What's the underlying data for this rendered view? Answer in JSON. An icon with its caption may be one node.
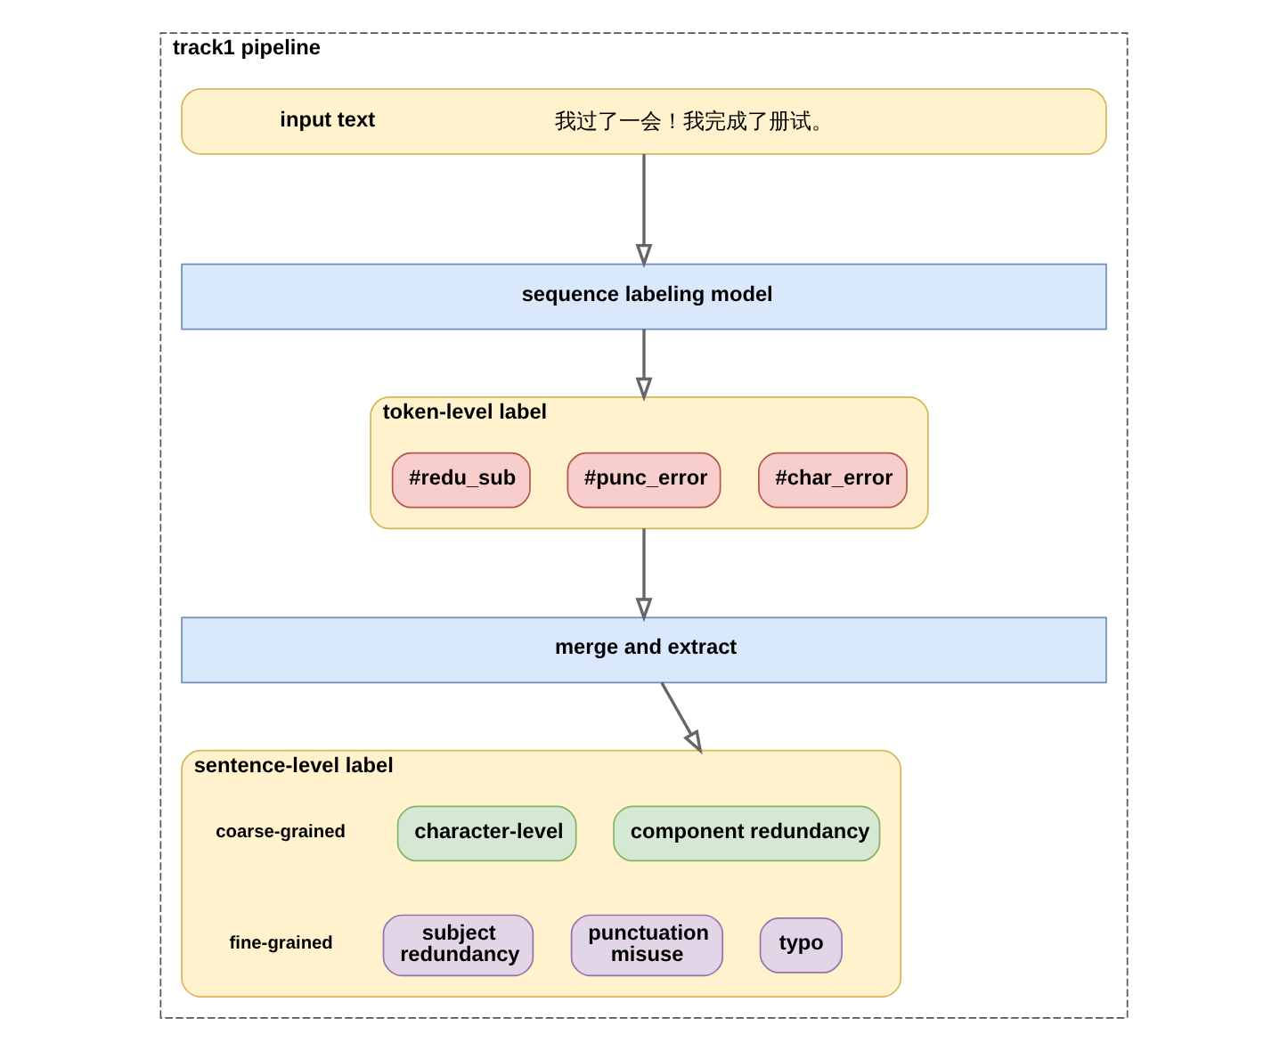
{
  "diagram": {
    "nodes": [
      {
        "text": [
          "track1 pipeline"
        ]
      },
      {
        "text": [
          "input text",
          "我过了一会！我完成了册试。"
        ],
        "in": 0
      },
      {
        "text": [
          "sequence labeling model"
        ],
        "in": 0
      },
      {
        "text": [
          "token-level label"
        ],
        "in": 0
      },
      {
        "text": [
          "#redu_sub"
        ],
        "in": 3
      },
      {
        "text": [
          "#punc_error"
        ],
        "in": 3
      },
      {
        "text": [
          "#char_error"
        ],
        "in": 3
      },
      {
        "text": [
          "merge and extract"
        ],
        "in": 0
      },
      {
        "text": [
          "sentence-level label"
        ],
        "in": 0
      },
      {
        "text": [
          "character-level"
        ],
        "in": 8
      },
      {
        "text": [
          "component redundancy"
        ],
        "in": 8
      },
      {
        "text": [
          "subject redundancy"
        ],
        "in": 8
      },
      {
        "text": [
          "punctuation misuse"
        ],
        "in": 8
      },
      {
        "text": [
          "typo"
        ],
        "in": 8
      }
    ],
    "edges": [
      {
        "from": 1,
        "to": 2,
        "arrow": "to"
      },
      {
        "from": 2,
        "to": 3,
        "arrow": "to"
      },
      {
        "from": 3,
        "to": 7,
        "arrow": "to"
      },
      {
        "from": 7,
        "to": 8,
        "arrow": "to"
      }
    ],
    "labels": [
      "coarse-grained",
      "fine-grained"
    ]
  }
}
